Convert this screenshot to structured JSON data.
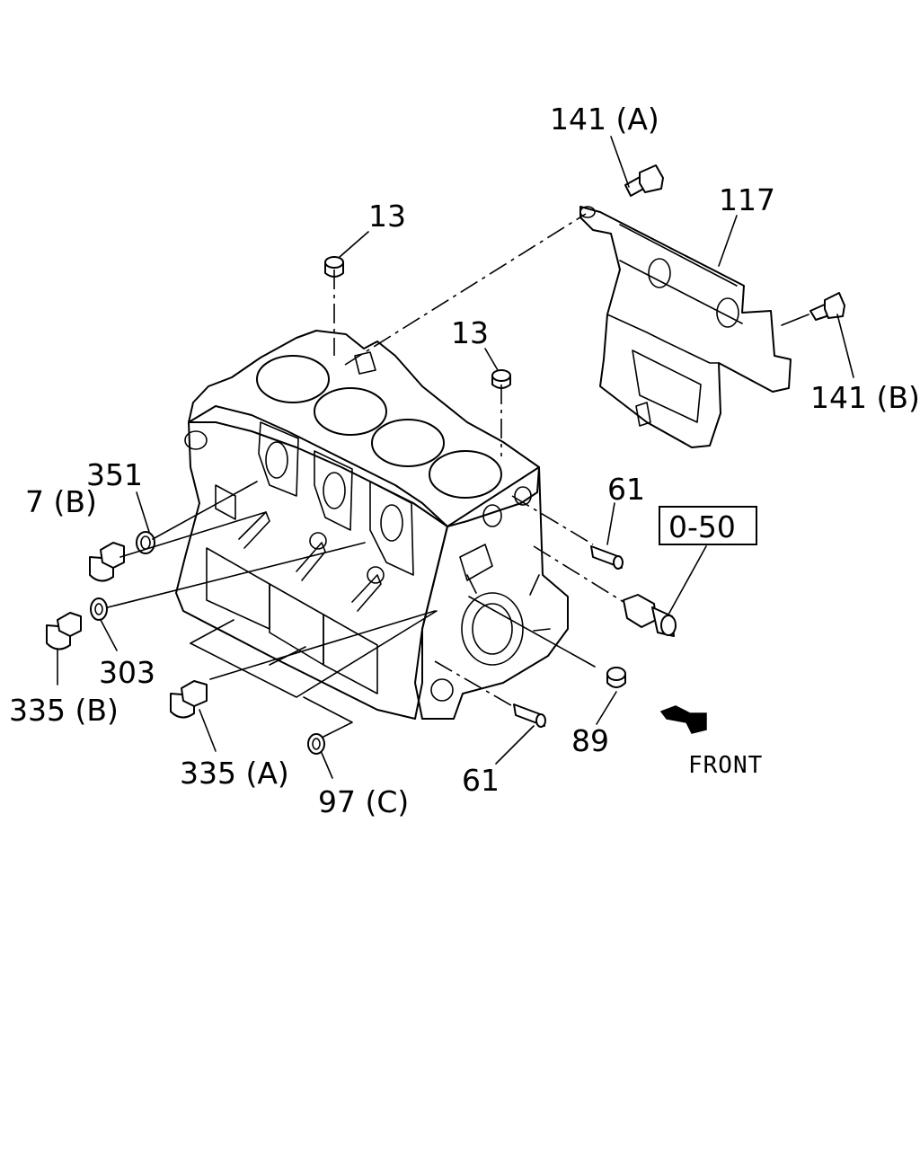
{
  "labels": {
    "bracket_bolt_a": "141 (A)",
    "bracket_bolt_b": "141 (B)",
    "bracket": "117",
    "dowel_top_left": "13",
    "dowel_top_right": "13",
    "plug_7b": "7 (B)",
    "washer_351": "351",
    "washer_303": "303",
    "plug_335b": "335 (B)",
    "plug_335a": "335 (A)",
    "plug_97c": "97 (C)",
    "pin_61_upper": "61",
    "pin_61_lower": "61",
    "plug_89": "89",
    "ref_box": "0-50",
    "front": "FRONT"
  },
  "icons": {
    "front_arrow": "front-arrow-icon"
  }
}
